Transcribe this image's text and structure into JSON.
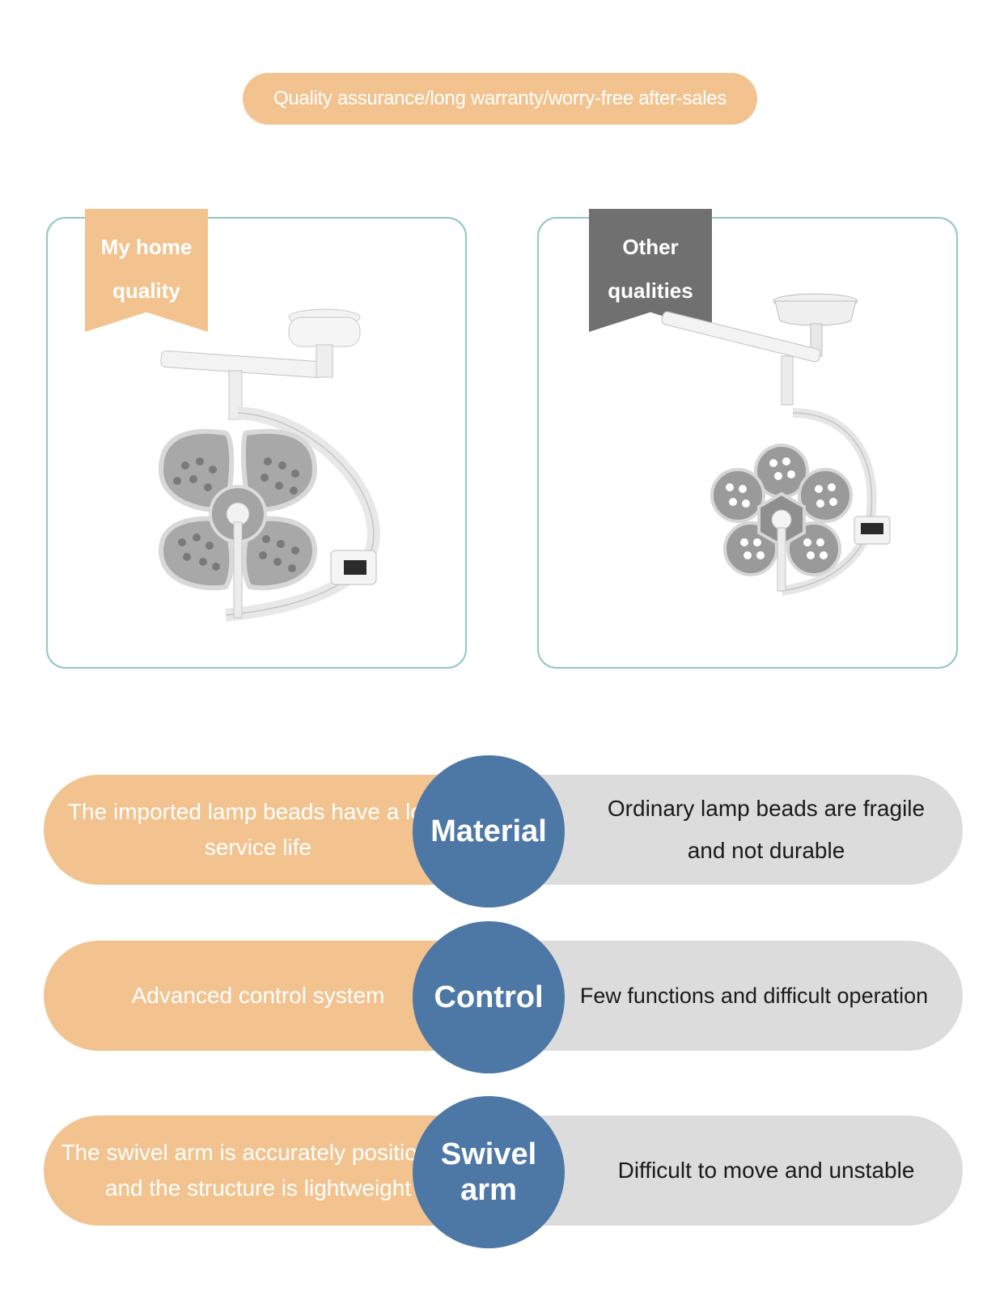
{
  "banner": {
    "text": "Quality assurance/long warranty/worry-free after-sales"
  },
  "cards": {
    "home": {
      "ribbon_line1": "My home",
      "ribbon_line2": "quality"
    },
    "other": {
      "ribbon_line1": "Other",
      "ribbon_line2": "qualities"
    }
  },
  "comparison": [
    {
      "label": "Material",
      "ours": "The imported lamp beads have a long service life",
      "theirs": "Ordinary lamp beads are fragile and not durable"
    },
    {
      "label": "Control",
      "ours": "Advanced control system",
      "theirs": "Few functions and difficult operation"
    },
    {
      "label": "Swivel arm",
      "ours": "The swivel arm is accurately positioned and the structure is lightweight",
      "theirs": "Difficult to move and unstable"
    }
  ],
  "colors": {
    "accent_orange": "#f2c38f",
    "accent_blue": "#4d78a6",
    "border_teal": "#8fc9c0",
    "ribbon_gray": "#707070",
    "pill_gray": "#dddcdc"
  },
  "icons": {
    "home_product": "surgical-lamp-four-petal",
    "other_product": "surgical-lamp-five-petal"
  }
}
